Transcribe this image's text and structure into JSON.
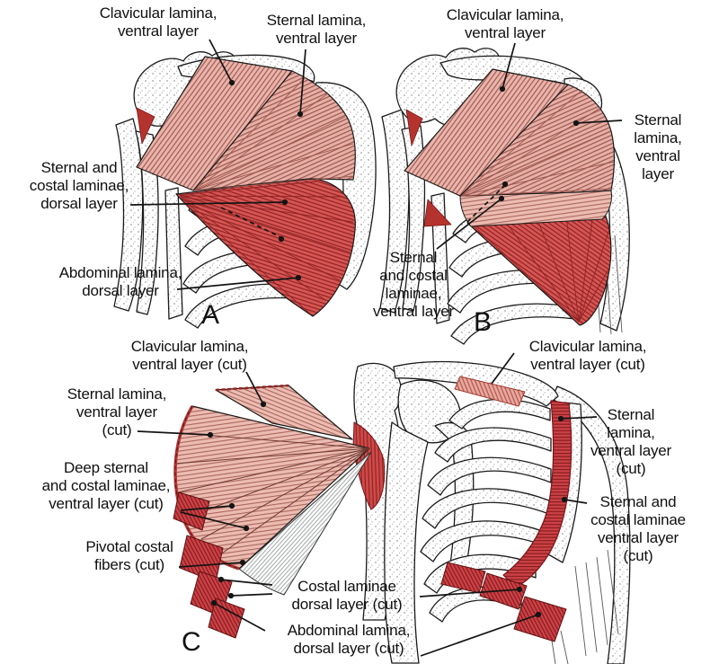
{
  "figure": {
    "description": "Three-panel anatomical diagram of pectoral muscle laminae",
    "colors": {
      "muscle_light": "#e9b5ac",
      "muscle_light_stria": "#a15a51",
      "muscle_dark": "#d75553",
      "muscle_dark_stria": "#8e2424",
      "cut_red": "#cc4145",
      "cut_red_stria": "#801a1e",
      "bone_outline": "#1a1a1a",
      "label_text": "#101010"
    }
  },
  "panels": {
    "a": {
      "letter": "A",
      "labels": {
        "clavicular": "Clavicular lamina,\nventral layer",
        "sternal": "Sternal lamina,\nventral layer",
        "sternal_costal": "Sternal and\ncostal laminae,\ndorsal layer",
        "abdominal": "Abdominal lamina,\ndorsal layer"
      }
    },
    "b": {
      "letter": "B",
      "labels": {
        "clavicular": "Clavicular lamina,\nventral layer",
        "sternal": "Sternal\nlamina,\nventral\nlayer",
        "sternal_costal": "Sternal\nand costal\nlaminae,\nventral layer"
      }
    },
    "c": {
      "letter": "C",
      "labels": {
        "clavicular_cut": "Clavicular lamina,\nventral layer (cut)",
        "sternal_cut": "Sternal lamina,\nventral layer\n(cut)",
        "deep_sternal_cut": "Deep sternal\nand costal laminae,\nventral layer (cut)",
        "pivotal": "Pivotal costal\nfibers (cut)",
        "costal_dorsal_cut": "Costal laminae\ndorsal layer (cut)",
        "abdominal_cut": "Abdominal lamina,\ndorsal layer (cut)",
        "right_clavicular_cut": "Clavicular lamina,\nventral layer (cut)",
        "right_sternal_cut": "Sternal\nlamina,\nventral layer\n(cut)",
        "right_sternal_costal_cut": "Sternal and\ncostal laminae\nventral layer\n(cut)"
      }
    }
  }
}
